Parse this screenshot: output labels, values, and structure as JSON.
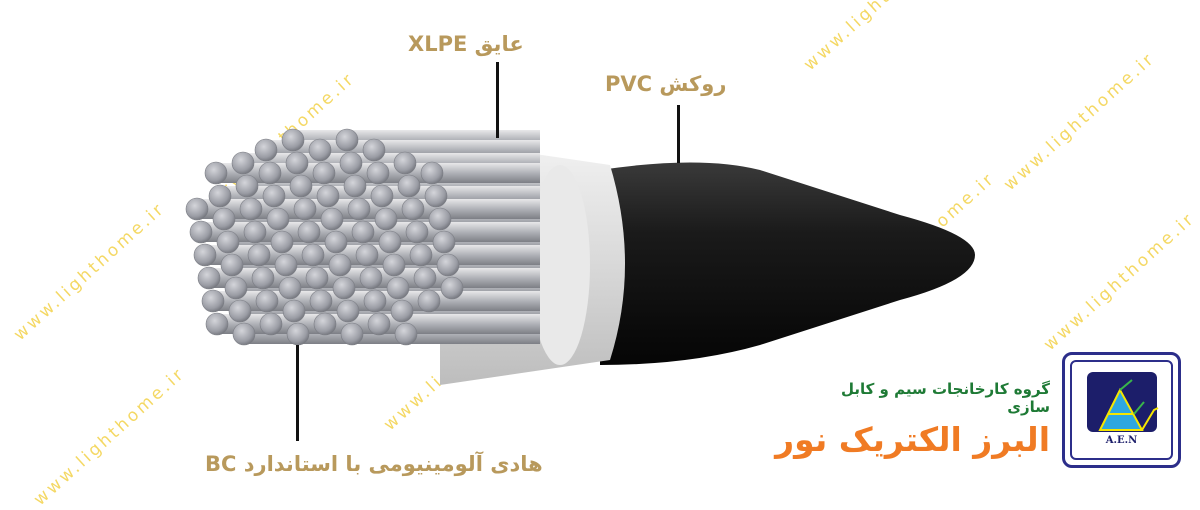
{
  "watermark": "www.lighthome.ir",
  "labels": {
    "insulation": "عایق XLPE",
    "sheath": "روکش PVC",
    "conductor": "هادی آلومینیومی با استاندارد BC"
  },
  "brand": {
    "subtitle": "گروه کارخانجات سیم و کابل سازی",
    "name": "البرز الکتریک نور",
    "logo_text": "A.E.N"
  },
  "colors": {
    "label": "#b8995c",
    "subtitle": "#1e7a35",
    "name": "#f07b24",
    "logo_border": "#2c2e8a",
    "watermark": "#f3d24a"
  }
}
